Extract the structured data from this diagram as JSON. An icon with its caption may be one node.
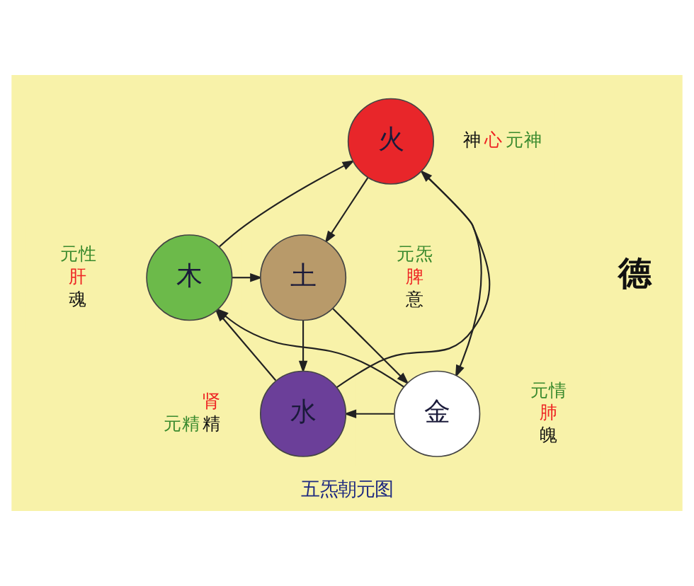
{
  "diagram": {
    "caption": "五炁朝元图",
    "nodes": [
      {
        "text": [
          "火"
        ],
        "beside": [
          "神",
          "心",
          "元神"
        ]
      },
      {
        "text": [
          "土"
        ],
        "beside": [
          "元炁",
          "脾",
          "意"
        ]
      },
      {
        "text": [
          "金"
        ],
        "beside": [
          "元情",
          "肺",
          "魄"
        ]
      },
      {
        "text": [
          "水"
        ],
        "beside": [
          "元精",
          "肾",
          "精"
        ]
      },
      {
        "text": [
          "木"
        ],
        "beside": [
          "元性",
          "肝",
          "魂"
        ]
      }
    ],
    "edges": [
      {
        "from": 0,
        "to": 1,
        "arrow": "to"
      },
      {
        "from": 0,
        "to": 2,
        "arrow": "to"
      },
      {
        "from": 1,
        "to": 3,
        "arrow": "to"
      },
      {
        "from": 1,
        "to": 2,
        "arrow": "to"
      },
      {
        "from": 2,
        "to": 3,
        "arrow": "to"
      },
      {
        "from": 2,
        "to": 4,
        "arrow": "to"
      },
      {
        "from": 3,
        "to": 4,
        "arrow": "to"
      },
      {
        "from": 3,
        "to": 0,
        "arrow": "to"
      },
      {
        "from": 4,
        "to": 0,
        "arrow": "to"
      },
      {
        "from": 4,
        "to": 1,
        "arrow": "to"
      }
    ],
    "labels": [
      "德"
    ]
  }
}
